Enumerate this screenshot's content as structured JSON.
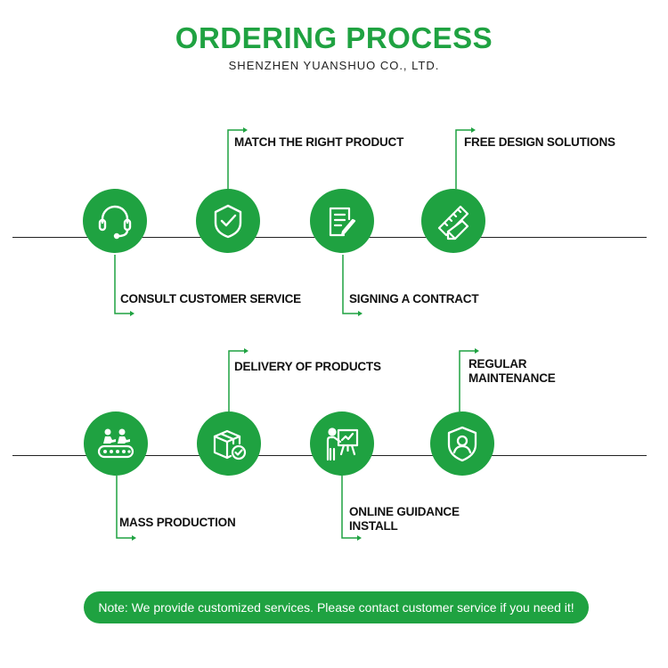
{
  "header": {
    "title": "ORDERING PROCESS",
    "subtitle": "SHENZHEN YUANSHUO CO., LTD."
  },
  "steps": [
    {
      "label": "CONSULT CUSTOMER SERVICE",
      "icon": "headset-icon"
    },
    {
      "label": "MATCH THE RIGHT PRODUCT",
      "icon": "shield-check-icon"
    },
    {
      "label": "SIGNING A CONTRACT",
      "icon": "contract-pen-icon"
    },
    {
      "label": "FREE DESIGN SOLUTIONS",
      "icon": "pencil-ruler-icon"
    },
    {
      "label": "MASS PRODUCTION",
      "icon": "conveyor-workers-icon"
    },
    {
      "label": "DELIVERY OF PRODUCTS",
      "icon": "package-check-icon"
    },
    {
      "label_line1": "ONLINE GUIDANCE",
      "label_line2": "INSTALL",
      "icon": "presenter-board-icon"
    },
    {
      "label_line1": "REGULAR",
      "label_line2": "MAINTENANCE",
      "icon": "shield-user-icon"
    }
  ],
  "note": "Note: We provide customized services. Please contact customer service if you need it!",
  "colors": {
    "accent": "#1fa241",
    "line": "#222222"
  }
}
